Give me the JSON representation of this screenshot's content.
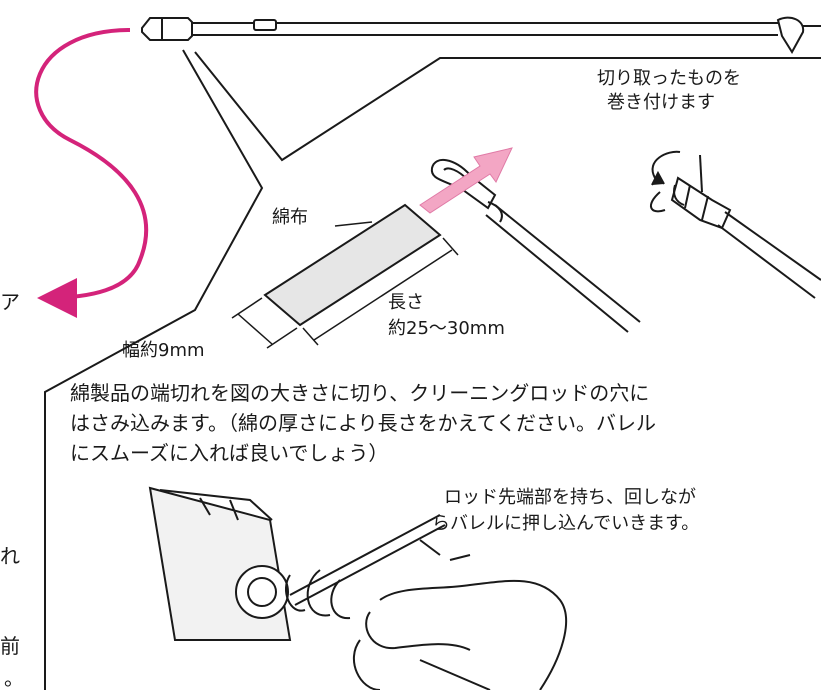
{
  "labels": {
    "wrap_note_line1": "切り取ったものを",
    "wrap_note_line2": "巻き付けます",
    "cloth": "綿布",
    "length_title": "長さ",
    "length_value": "約25～30mm",
    "width": "幅約9mm",
    "instruction_line1": "綿製品の端切れを図の大きさに切り、クリーニングロッドの穴に",
    "instruction_line2": "はさみ込みます。（綿の厚さにより長さをかえてください。バレル",
    "instruction_line3": "にスムーズに入れば良いでしょう）",
    "rod_tip_line1": "ロッド先端部を持ち、回しなが",
    "rod_tip_line2": "らバレルに押し込んでいきます。"
  },
  "edge_fragments": {
    "right_of_arrow": "ア",
    "left_mid": "れ",
    "left_low": "前",
    "left_bottom": "。"
  },
  "colors": {
    "line": "#1a1a1a",
    "arrow_magenta": "#d4237a",
    "arrow_pink": "#f3a6c4",
    "cloth_fill": "#e6e6e6",
    "hand_fill": "#ffffff",
    "barrel_fill": "#f2f2f2"
  }
}
